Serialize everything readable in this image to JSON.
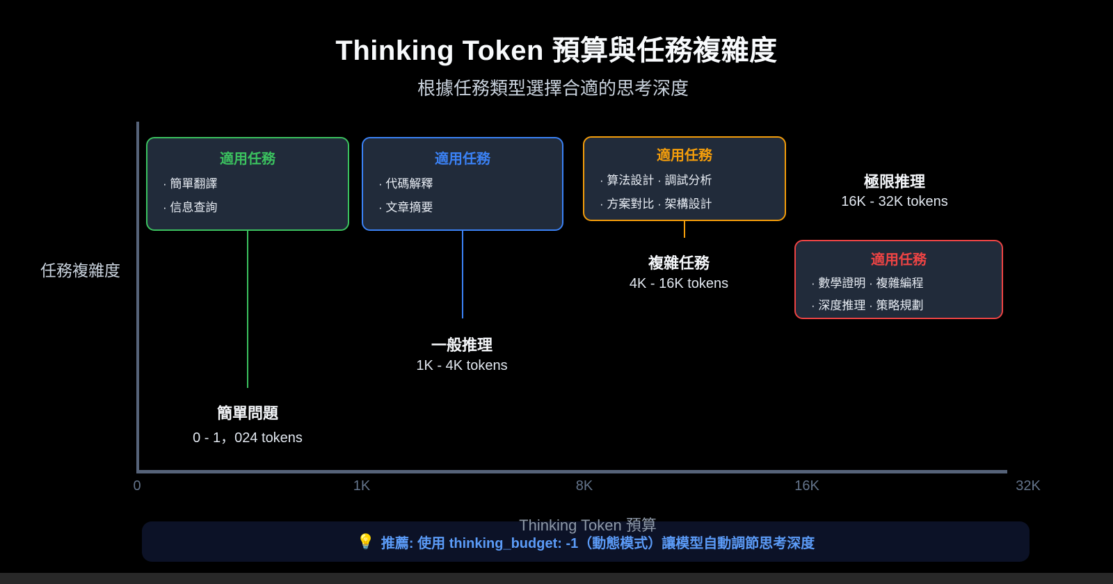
{
  "header": {
    "title": "Thinking Token 預算與任務複雜度",
    "subtitle": "根據任務類型選擇合適的思考深度"
  },
  "axes": {
    "y_label": "任務複雜度",
    "x_label": "Thinking Token 預算",
    "x_ticks": [
      "0",
      "1K",
      "8K",
      "16K",
      "32K"
    ]
  },
  "tiers": [
    {
      "id": "simple",
      "color": "#3bc25f",
      "box_title": "適用任務",
      "lines": [
        "· 簡單翻譯",
        "· 信息查詢"
      ],
      "label": "簡單問題",
      "range": "0 - 1，024 tokens"
    },
    {
      "id": "general",
      "color": "#3b82f6",
      "box_title": "適用任務",
      "lines": [
        "· 代碼解釋",
        "· 文章摘要"
      ],
      "label": "一般推理",
      "range": "1K - 4K tokens"
    },
    {
      "id": "complex",
      "color": "#f59e0b",
      "box_title": "適用任務",
      "lines": [
        "· 算法設計 · 調試分析",
        "· 方案對比 · 架構設計"
      ],
      "label": "複雜任務",
      "range": "4K - 16K tokens"
    },
    {
      "id": "extreme",
      "color": "#ef4444",
      "box_title": "適用任務",
      "lines": [
        "· 數學證明 · 複雜編程",
        "· 深度推理 · 策略規劃"
      ],
      "label": "極限推理",
      "range": "16K - 32K tokens"
    }
  ],
  "banner": {
    "icon": "💡",
    "text": "推薦: 使用 thinking_budget: -1（動態模式）讓模型自動調節思考深度",
    "bg_color": "#0c1227",
    "text_color": "#5b9bf7"
  },
  "colors": {
    "background": "#000000",
    "box_fill": "#212b3a",
    "axis": "#566379",
    "tick_text": "#64748b",
    "title_text": "#f8fafc",
    "subtitle_text": "#c9d2dd"
  },
  "chart_data": {
    "type": "scatter",
    "title": "Thinking Token 預算與任務複雜度",
    "subtitle": "根據任務類型選擇合適的思考深度",
    "xlabel": "Thinking Token 預算",
    "ylabel": "任務複雜度",
    "x_tick_labels": [
      "0",
      "1K",
      "8K",
      "16K",
      "32K"
    ],
    "grid": false,
    "legend": false,
    "series": [
      {
        "name": "簡單問題",
        "token_range": [
          0,
          1024
        ],
        "range_label": "0 - 1，024 tokens",
        "tasks": [
          "簡單翻譯",
          "信息查詢"
        ],
        "color": "#3bc25f",
        "complexity_rank": 1
      },
      {
        "name": "一般推理",
        "token_range": [
          1024,
          4096
        ],
        "range_label": "1K - 4K tokens",
        "tasks": [
          "代碼解釋",
          "文章摘要"
        ],
        "color": "#3b82f6",
        "complexity_rank": 2
      },
      {
        "name": "複雜任務",
        "token_range": [
          4096,
          16384
        ],
        "range_label": "4K - 16K tokens",
        "tasks": [
          "算法設計",
          "調試分析",
          "方案對比",
          "架構設計"
        ],
        "color": "#f59e0b",
        "complexity_rank": 3
      },
      {
        "name": "極限推理",
        "token_range": [
          16384,
          32768
        ],
        "range_label": "16K - 32K tokens",
        "tasks": [
          "數學證明",
          "複雜編程",
          "深度推理",
          "策略規劃"
        ],
        "color": "#ef4444",
        "complexity_rank": 4
      }
    ],
    "annotation": "推薦: 使用 thinking_budget: -1（動態模式）讓模型自動調節思考深度"
  }
}
